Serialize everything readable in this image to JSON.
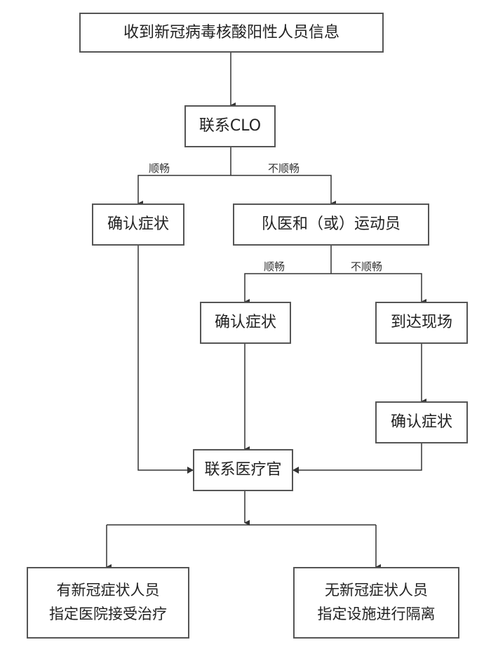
{
  "nodes": {
    "start": "收到新冠病毒核酸阳性人员信息",
    "contact_clo": "联系CLO",
    "confirm_1": "确认症状",
    "team_doctor": "队医和（或）运动员",
    "confirm_2": "确认症状",
    "arrive_site": "到达现场",
    "confirm_3": "确认症状",
    "contact_medical_officer": "联系医疗官",
    "with_symptoms_line1": "有新冠症状人员",
    "with_symptoms_line2": "指定医院接受治疗",
    "without_symptoms_line1": "无新冠症状人员",
    "without_symptoms_line2": "指定设施进行隔离"
  },
  "edge_labels": {
    "smooth_1": "顺畅",
    "not_smooth_1": "不顺畅",
    "smooth_2": "顺畅",
    "not_smooth_2": "不顺畅"
  }
}
